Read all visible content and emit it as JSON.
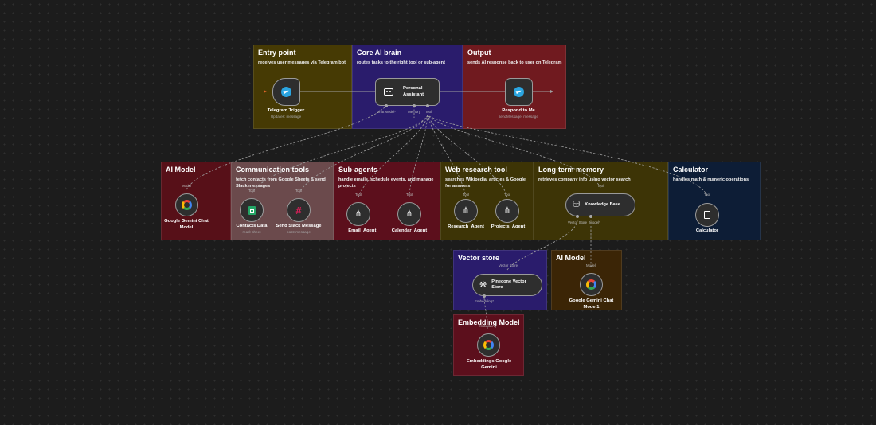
{
  "groups": {
    "entry": {
      "title": "Entry point",
      "desc": "receives user messages via Telegram bot",
      "color": "#463a04"
    },
    "core": {
      "title": "Core AI brain",
      "desc": "routes tasks to the right tool or sub-agent",
      "color": "#2a1c6c"
    },
    "output": {
      "title": "Output",
      "desc": "sends AI response back to user on Telegram",
      "color": "#701a1f"
    },
    "ai_model": {
      "title": "AI Model",
      "desc": "",
      "color": "#571018"
    },
    "comm": {
      "title": "Communication tools",
      "desc": "fetch contacts from Google Sheets & send Slack messages",
      "color": "#6b4a4c"
    },
    "subagents": {
      "title": "Sub-agents",
      "desc": "handle emails, schedule events, and manage projects",
      "color": "#5c0f1c"
    },
    "web": {
      "title": "Web research tool",
      "desc": "searches Wikipedia, articles & Google for answers",
      "color": "#3d3406"
    },
    "memory": {
      "title": "Long-term memory",
      "desc": "retrieves company info using vector search",
      "color": "#3d3406"
    },
    "calc": {
      "title": "Calculator",
      "desc": "handles math & numeric operations",
      "color": "#0d1d36"
    },
    "vector": {
      "title": "Vector store",
      "desc": "",
      "color": "#2a1c6c"
    },
    "ai_model2": {
      "title": "AI Model",
      "desc": "",
      "color": "#3b2506"
    },
    "embed": {
      "title": "Embedding Model",
      "desc": "",
      "color": "#5c0f1c"
    }
  },
  "nodes": {
    "telegram_trigger": {
      "label": "Telegram Trigger",
      "sub": "Updates: message",
      "icon": "telegram-icon"
    },
    "personal_assistant": {
      "label": "Personal Assistant",
      "port_chat": "Chat Model*",
      "port_memory": "Memory",
      "port_tool": "Tool",
      "icon": "robot-icon"
    },
    "respond": {
      "label": "Respond to Me",
      "sub": "sendMessage: message",
      "icon": "telegram-icon"
    },
    "gemini": {
      "label": "Google Gemini Chat Model",
      "port": "Model",
      "icon": "google-icon"
    },
    "contacts": {
      "label": "Contacts Data",
      "sub": "read: sheet",
      "port": "Tool",
      "icon": "sheets-icon"
    },
    "slack": {
      "label": "Send Slack Message",
      "sub": "post: message",
      "port": "Tool",
      "icon": "slack-icon"
    },
    "email_agent": {
      "label": "___Email_Agent",
      "port": "Tool",
      "icon": "subworkflow-icon"
    },
    "calendar_agent": {
      "label": "Calendar_Agent",
      "port": "Tool",
      "icon": "subworkflow-icon"
    },
    "research_agent": {
      "label": "Research_Agent",
      "port": "Tool",
      "icon": "subworkflow-icon"
    },
    "projects_agent": {
      "label": "Projects_Agent",
      "port": "Tool",
      "icon": "subworkflow-icon"
    },
    "knowledge": {
      "label": "Knowledge Base",
      "port_top": "Tool",
      "port_vs": "Vector Store",
      "port_model": "Model*",
      "icon": "database-icon"
    },
    "calculator": {
      "label": "Calculator",
      "port": "Tool",
      "icon": "calculator-icon"
    },
    "pinecone": {
      "label": "Pinecone Vector Store",
      "port_top": "Vector Store",
      "port_embed": "Embedding*",
      "icon": "pinecone-icon"
    },
    "gemini2": {
      "label": "Google Gemini Chat Model1",
      "port": "Model",
      "icon": "google-icon"
    },
    "embeddings": {
      "label": "Embeddings Google Gemini",
      "port": "Embedding",
      "icon": "google-icon"
    }
  }
}
